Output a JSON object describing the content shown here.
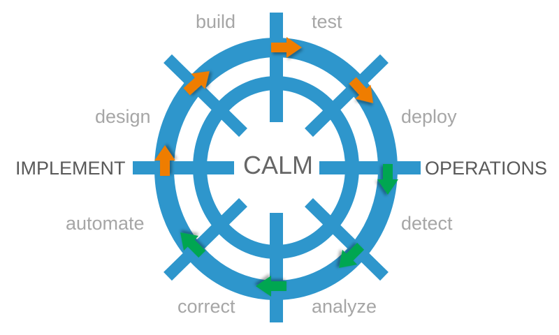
{
  "center": "CALM",
  "phases": {
    "left": "IMPLEMENT",
    "right": "OPERATIONS"
  },
  "steps": [
    "build",
    "test",
    "deploy",
    "detect",
    "analyze",
    "correct",
    "automate",
    "design"
  ],
  "colors": {
    "ring": "#2e96cc",
    "implement_arrow": "#ef7d00",
    "operations_arrow": "#00a651",
    "label": "#a6a6a6",
    "phase_label": "#595959"
  }
}
